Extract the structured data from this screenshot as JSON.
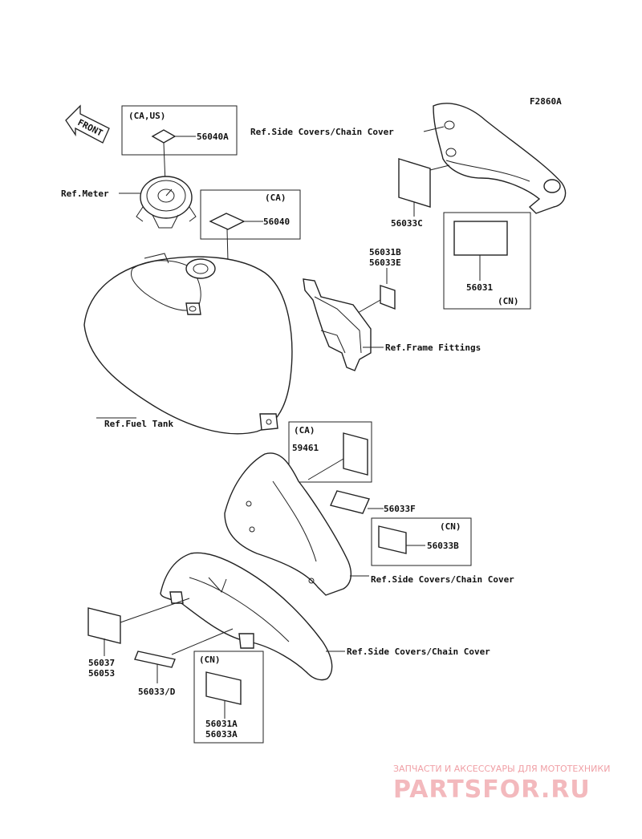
{
  "diagram": {
    "code": "F2860A",
    "front_label": "FRONT",
    "callouts": {
      "ca_us": "(CA,US)",
      "p56040A": "56040A",
      "ref_meter": "Ref.Meter",
      "ca_1": "(CA)",
      "p56040": "56040",
      "ref_side_top": "Ref.Side Covers/Chain Cover",
      "p56033C": "56033C",
      "p56031": "56031",
      "cn_1": "(CN)",
      "p56031B": "56031B",
      "p56033E": "56033E",
      "ref_frame": "Ref.Frame Fittings",
      "ref_fuel": "Ref.Fuel Tank",
      "ca_2": "(CA)",
      "p59461": "59461",
      "p56033F": "56033F",
      "cn_2": "(CN)",
      "p56033B": "56033B",
      "ref_side_mid": "Ref.Side Covers/Chain Cover",
      "ref_side_bot": "Ref.Side Covers/Chain Cover",
      "p56037": "56037",
      "p56053": "56053",
      "p56033D": "56033/D",
      "cn_3": "(CN)",
      "p56031A": "56031A",
      "p56033A": "56033A"
    }
  },
  "watermark": {
    "tagline": "ЗАПЧАСТИ И АКСЕССУАРЫ ДЛЯ МОТОТЕХНИКИ",
    "brand": "PARTSFOR.RU"
  }
}
